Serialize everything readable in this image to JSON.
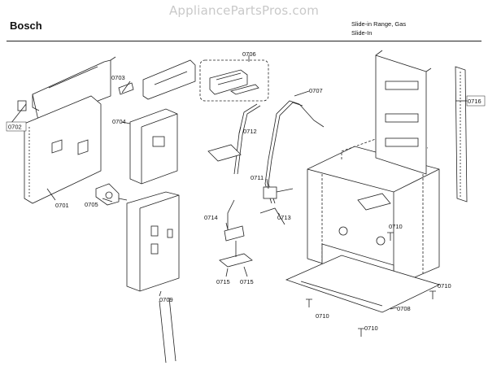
{
  "watermark": "AppliancePartsPros.com",
  "header": {
    "brand": "Bosch",
    "model_line1": "Slide-in Range, Gas",
    "model_line2": "Slide-In"
  },
  "callouts": [
    "0701",
    "0702",
    "0703",
    "0704",
    "0705",
    "0706",
    "0707",
    "0708",
    "0709",
    "0710",
    "0710",
    "0710",
    "0710",
    "0711",
    "0712",
    "0713",
    "0714",
    "0715",
    "0715",
    "0716"
  ]
}
